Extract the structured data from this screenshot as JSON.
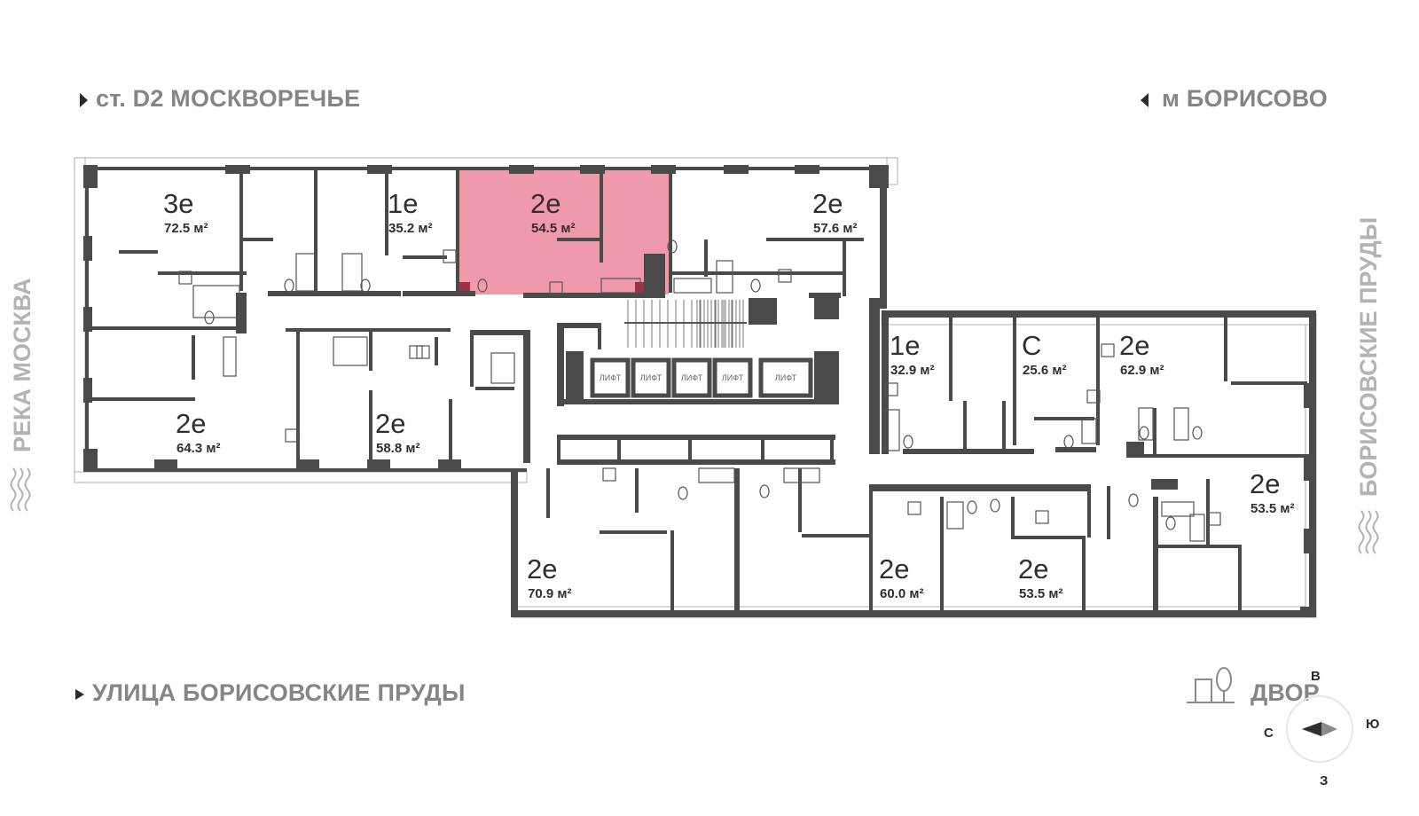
{
  "colors": {
    "selected_fill": "#ef9aaa",
    "selected_accent": "#9e2f45",
    "wall": "#4a4a4a",
    "landmark_text": "#858585",
    "vertical_text": "#b3b3b3"
  },
  "landmarks": {
    "top_left": "ст. D2 МОСКВОРЕЧЬЕ",
    "top_right": "м БОРИСОВО",
    "bottom_left": "УЛИЦА БОРИСОВСКИЕ ПРУДЫ",
    "bottom_right": "ДВОР",
    "left_vertical": "РЕКА МОСКВА",
    "right_vertical": "БОРИСОВСКИЕ ПРУДЫ"
  },
  "compass": {
    "north": "В",
    "south": "З",
    "west": "С",
    "east": "Ю"
  },
  "lift_label": "ЛИФТ",
  "apartments": [
    {
      "id": "a1",
      "type": "3е",
      "area": "72.5 м²",
      "selected": false
    },
    {
      "id": "a2",
      "type": "1е",
      "area": "35.2 м²",
      "selected": false
    },
    {
      "id": "a3",
      "type": "2е",
      "area": "54.5 м²",
      "selected": true
    },
    {
      "id": "a4",
      "type": "2е",
      "area": "57.6 м²",
      "selected": false
    },
    {
      "id": "a5",
      "type": "2е",
      "area": "64.3 м²",
      "selected": false
    },
    {
      "id": "a6",
      "type": "2е",
      "area": "58.8 м²",
      "selected": false
    },
    {
      "id": "a7",
      "type": "1е",
      "area": "32.9 м²",
      "selected": false
    },
    {
      "id": "a8",
      "type": "С",
      "area": "25.6 м²",
      "selected": false
    },
    {
      "id": "a9",
      "type": "2е",
      "area": "62.9 м²",
      "selected": false
    },
    {
      "id": "a10",
      "type": "2е",
      "area": "53.5 м²",
      "selected": false
    },
    {
      "id": "a11",
      "type": "2е",
      "area": "70.9 м²",
      "selected": false
    },
    {
      "id": "a12",
      "type": "2е",
      "area": "60.0 м²",
      "selected": false
    },
    {
      "id": "a13",
      "type": "2е",
      "area": "53.5 м²",
      "selected": false
    }
  ]
}
